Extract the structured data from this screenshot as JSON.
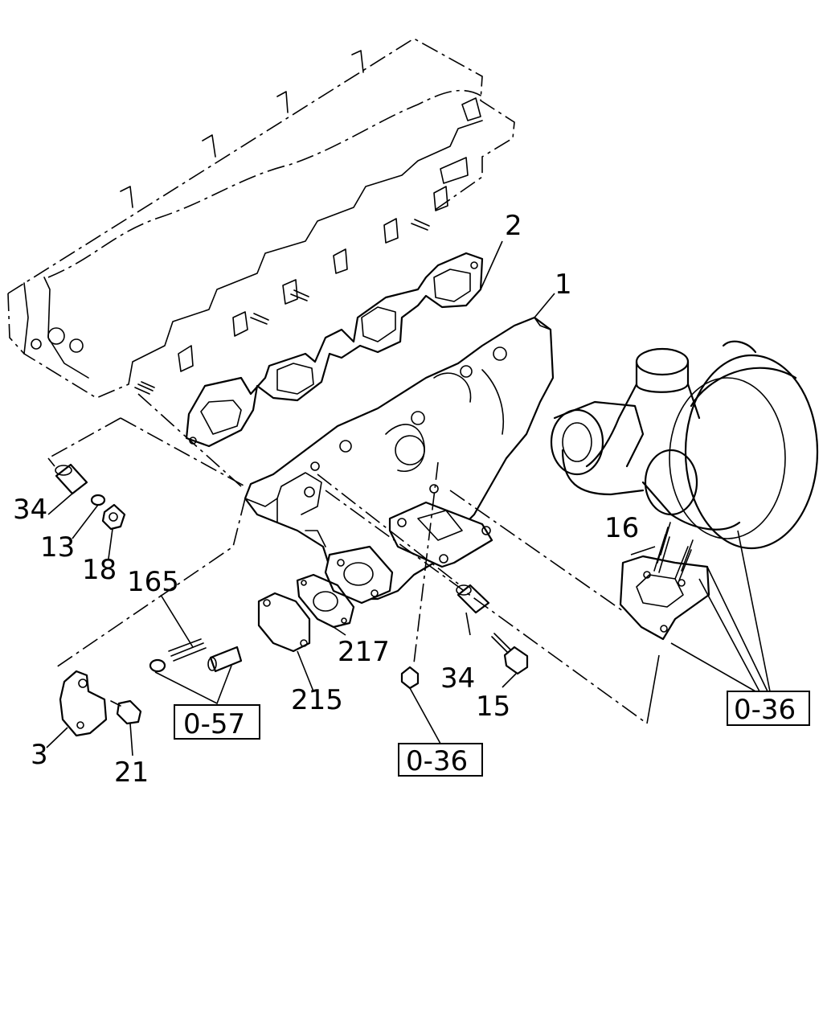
{
  "callouts": {
    "c1": "1",
    "c2": "2",
    "c3": "3",
    "c13": "13",
    "c15": "15",
    "c16": "16",
    "c18": "18",
    "c21": "21",
    "c34a": "34",
    "c34b": "34",
    "c165": "165",
    "c215": "215",
    "c217": "217"
  },
  "references": {
    "r057": "0-57",
    "r036a": "0-36",
    "r036b": "0-36"
  }
}
